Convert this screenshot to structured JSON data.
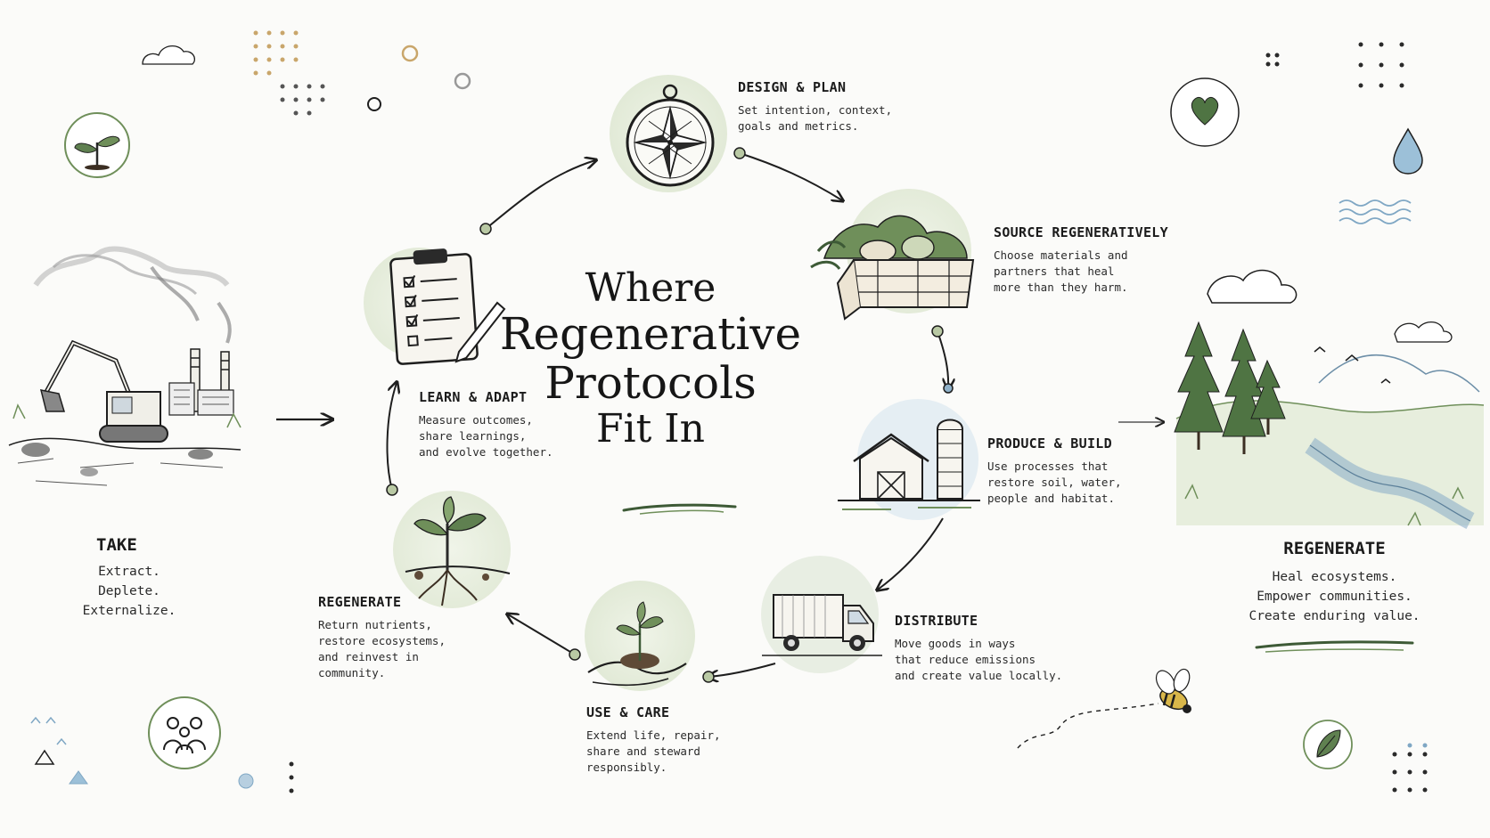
{
  "title": {
    "line1": "Where",
    "line2": "Regenerative",
    "line3": "Protocols",
    "line4": "Fit In"
  },
  "take": {
    "heading": "TAKE",
    "lines": [
      "Extract.",
      "Deplete.",
      "Externalize."
    ]
  },
  "regenerate_outcome": {
    "heading": "REGENERATE",
    "lines": [
      "Heal ecosystems.",
      "Empower communities.",
      "Create enduring value."
    ]
  },
  "steps": [
    {
      "heading": "DESIGN & PLAN",
      "lines": [
        "Set intention, context,",
        "goals and metrics."
      ]
    },
    {
      "heading": "SOURCE REGENERATIVELY",
      "lines": [
        "Choose materials and",
        "partners that heal",
        "more than they harm."
      ]
    },
    {
      "heading": "PRODUCE & BUILD",
      "lines": [
        "Use processes that",
        "restore soil, water,",
        "people and habitat."
      ]
    },
    {
      "heading": "DISTRIBUTE",
      "lines": [
        "Move goods in ways",
        "that reduce emissions",
        "and create value locally."
      ]
    },
    {
      "heading": "USE & CARE",
      "lines": [
        "Extend life, repair,",
        "share and steward",
        "responsibly."
      ]
    },
    {
      "heading": "REGENERATE",
      "lines": [
        "Return nutrients,",
        "restore ecosystems,",
        "and reinvest in",
        "community."
      ]
    },
    {
      "heading": "LEARN & ADAPT",
      "lines": [
        "Measure outcomes,",
        "share learnings,",
        "and evolve together."
      ]
    }
  ],
  "icons": {
    "design": "compass-icon",
    "source": "vegetable-crate-icon",
    "produce": "barn-silo-icon",
    "distribute": "truck-icon",
    "use": "hands-seedling-icon",
    "regenerate": "sprout-roots-icon",
    "learn": "clipboard-checklist-icon",
    "take": "factory-excavator-icon",
    "outcome": "forest-river-icon"
  },
  "colors": {
    "ink": "#1e1e1e",
    "sage": "#6f8f5a",
    "sage_light": "#dfe8d3",
    "water": "#7fa7c4",
    "dot_gold": "#c9a66b"
  }
}
